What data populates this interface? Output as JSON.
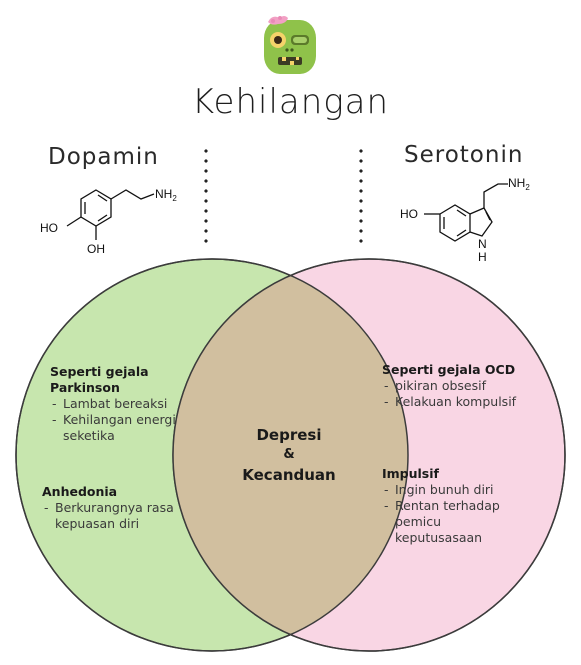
{
  "title": "Kehilangan",
  "left": {
    "name": "Dopamin",
    "molecule_labels": {
      "amine": "NH",
      "amine_sub": "2",
      "ho": "HO",
      "oh": "OH"
    },
    "sections": [
      {
        "heading": "Seperti gejala Parkinson",
        "items": [
          "Lambat bereaksi",
          "Kehilangan energi seketika"
        ]
      },
      {
        "heading": "Anhedonia",
        "items": [
          "Berkurangnya rasa kepuasan diri"
        ]
      }
    ]
  },
  "right": {
    "name": "Serotonin",
    "molecule_labels": {
      "amine": "NH",
      "amine_sub": "2",
      "ho": "HO",
      "nh": "N",
      "h": "H"
    },
    "sections": [
      {
        "heading": "Seperti gejala OCD",
        "items": [
          "pikiran obsesif",
          "Kelakuan kompulsif"
        ]
      },
      {
        "heading": "Impulsif",
        "items": [
          "Ingin bunuh diri",
          "Rentan terhadap pemicu keputusasaan"
        ]
      }
    ]
  },
  "overlap": {
    "line1": "Depresi",
    "line2": "&",
    "line3": "Kecanduan"
  },
  "colors": {
    "left_circle": "#c7e6ae",
    "right_circle": "#f9d6e4",
    "overlap": "#d1bf9f",
    "stroke": "#3c3c3c"
  },
  "icons": {
    "header": "zombie-head-icon"
  }
}
